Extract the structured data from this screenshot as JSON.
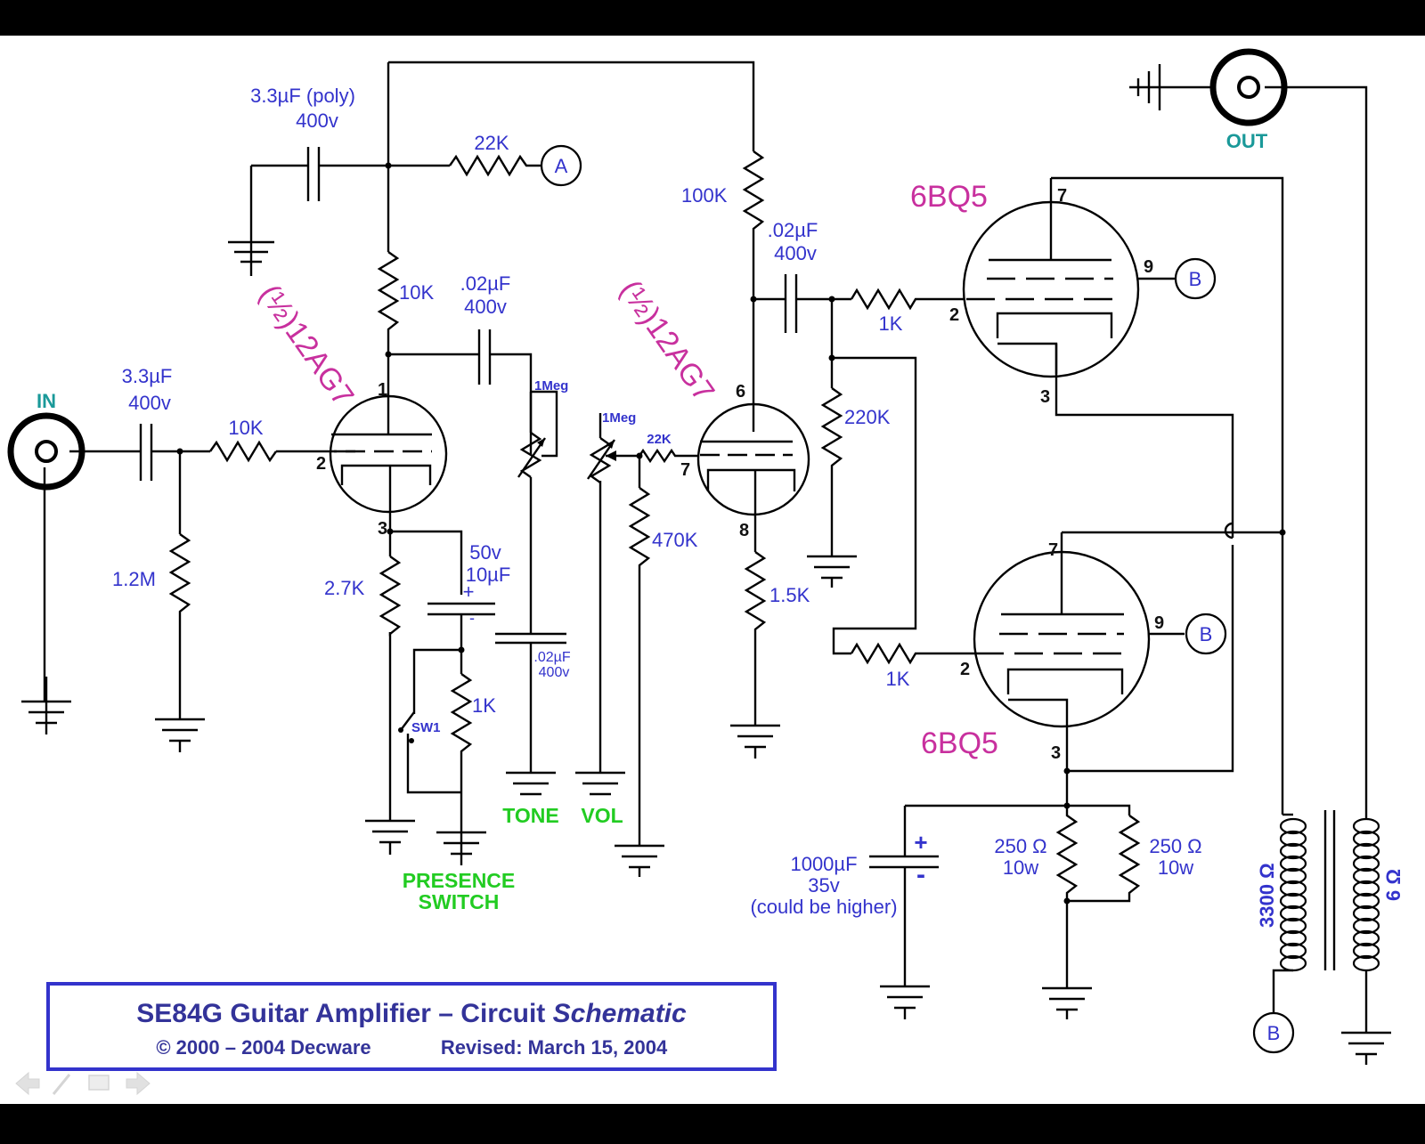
{
  "inputs": {
    "in": "IN",
    "out": "OUT"
  },
  "tubes": {
    "v1": "(½)12AG7",
    "v2": "(½)12AG7",
    "p1": "6BQ5",
    "p2": "6BQ5"
  },
  "pins": {
    "v1_plate": "1",
    "v1_grid": "2",
    "v1_cath": "3",
    "v2_plate": "6",
    "v2_grid": "7",
    "v2_cath": "8",
    "p1_plate": "7",
    "p1_screen": "9",
    "p1_grid": "2",
    "p1_cath": "3",
    "p2_plate": "7",
    "p2_screen": "9",
    "p2_grid": "2",
    "p2_cath": "3"
  },
  "components": {
    "c_bypass_a": "3.3µF (poly)",
    "c_bypass_b": "400v",
    "r_dropA": "22K",
    "node_A": "A",
    "r_plate1": "10K",
    "c_in_a": "3.3µF",
    "c_in_b": "400v",
    "r_grid1": "10K",
    "r_grid_leak": "1.2M",
    "c_cpl1_a": ".02µF",
    "c_cpl1_b": "400v",
    "r_cath1": "2.7K",
    "c_cath_a": "50v",
    "c_cath_b": "10µF",
    "c_cath_plus": "+",
    "c_cath_minus": "-",
    "r_pres": "1K",
    "sw": "SW1",
    "pot_tone": "1Meg",
    "pot_vol": "1Meg",
    "c_tone_a": ".02µF",
    "c_tone_b": "400v",
    "r_grid2": "22K",
    "r_470": "470K",
    "r_plate2": "100K",
    "c_cpl2_a": ".02µF",
    "c_cpl2_b": "400v",
    "r_cath2": "1.5K",
    "r_gl2": "220K",
    "r_g_p1": "1K",
    "r_g_p2": "1K",
    "node_B": "B",
    "r_250a_a": "250 Ω",
    "r_250a_b": "10w",
    "r_250b_a": "250 Ω",
    "r_250b_b": "10w",
    "c_big_a": "1000µF",
    "c_big_b": "35v",
    "c_big_c": "(could be higher)",
    "c_big_plus": "+",
    "c_big_minus": "-",
    "xf_pri": "3300 Ω",
    "xf_sec": "6 Ω"
  },
  "controls": {
    "tone": "TONE",
    "vol": "VOL",
    "presence_a": "PRESENCE",
    "presence_b": "SWITCH"
  },
  "title_box": {
    "title_main": "SE84G Guitar Amplifier – Circuit ",
    "title_italic": "Schematic",
    "copyright": "© 2000 – 2004 Decware",
    "revised": "Revised: March 15, 2004"
  },
  "colors": {
    "label_blue": "#3333cc",
    "tube_magenta": "#c8309e",
    "control_green": "#22cc22",
    "io_teal": "#1a9999",
    "frame_blue": "#3333cc"
  },
  "nav_icons": [
    "back-arrow-icon",
    "pen-icon",
    "screen-icon",
    "forward-arrow-icon"
  ]
}
